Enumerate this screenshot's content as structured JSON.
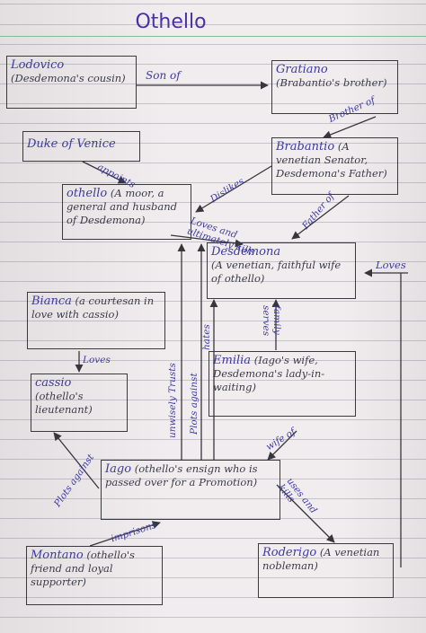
{
  "title": "Othello",
  "characters": {
    "lodovico": {
      "name": "Lodovico",
      "desc": "(Desdemona's cousin)"
    },
    "gratiano": {
      "name": "Gratiano",
      "desc": "(Brabantio's brother)"
    },
    "duke": {
      "name": "Duke of Venice"
    },
    "brabantio": {
      "name": "Brabantio",
      "desc": "(A venetian Senator, Desdemona's Father)"
    },
    "othello": {
      "name": "othello",
      "desc": "(A moor, a general and husband of Desdemona)"
    },
    "desdemona": {
      "name": "Desdemona",
      "desc": "(A venetian, faithful wife of othello)"
    },
    "bianca": {
      "name": "Bianca",
      "desc": "(a courtesan in love with cassio)"
    },
    "cassio": {
      "name": "cassio",
      "desc": "(othello's lieutenant)"
    },
    "emilia": {
      "name": "Emilia",
      "desc": "(Iago's wife, Desdemona's lady-in-waiting)"
    },
    "iago": {
      "name": "Iago",
      "desc": "(othello's ensign who is passed over for a Promotion)"
    },
    "montano": {
      "name": "Montano",
      "desc": "(othello's friend and loyal supporter)"
    },
    "roderigo": {
      "name": "Roderigo",
      "desc": "(A venetian nobleman)"
    }
  },
  "relations": {
    "son_of": "Son of",
    "brother_of": "Brother of",
    "appoints": "appoints",
    "dislikes": "Dislikes",
    "father_of": "Father of",
    "loves_and_ultimately_kills": "Loves and ultimately kills",
    "loves_desdemona": "Loves",
    "loves_cassio": "Loves",
    "unwisely_trusts": "unwisely Trusts",
    "plots_against_othello": "Plots against",
    "hates": "hates",
    "family_serves": "family serves",
    "wife_of": "wife of",
    "plots_against_cassio": "Plots against",
    "imprisons": "imprisons",
    "uses_and_kills": "uses and kills"
  }
}
